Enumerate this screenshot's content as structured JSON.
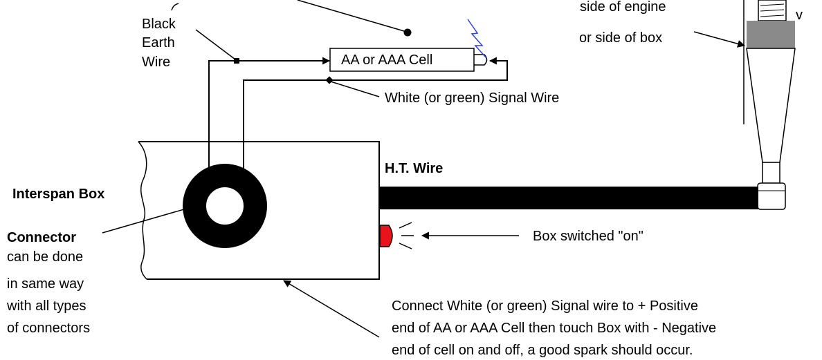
{
  "labels": {
    "black_earth_wire": [
      "Black",
      "Earth",
      "Wire"
    ],
    "cell": "AA or AAA Cell",
    "signal_wire": "White (or green) Signal Wire",
    "engine_side": [
      "side of engine",
      "or side of box"
    ],
    "edge_letter": "v",
    "ht_wire": "H.T. Wire",
    "interspan_box": "Interspan Box",
    "connector_title": "Connector",
    "connector_note": [
      "can be done",
      "in same way",
      "with all types",
      "of connectors"
    ],
    "box_on": "Box switched \"on\"",
    "instructions": [
      "Connect White (or green) Signal wire to + Positive",
      "end of AA or AAA Cell then touch Box with - Negative",
      "end of cell on and off, a good spark should occur."
    ]
  },
  "colors": {
    "lamp": "#e8141c",
    "spark": "#2f3fd0",
    "boot": "#8a8a8a"
  }
}
